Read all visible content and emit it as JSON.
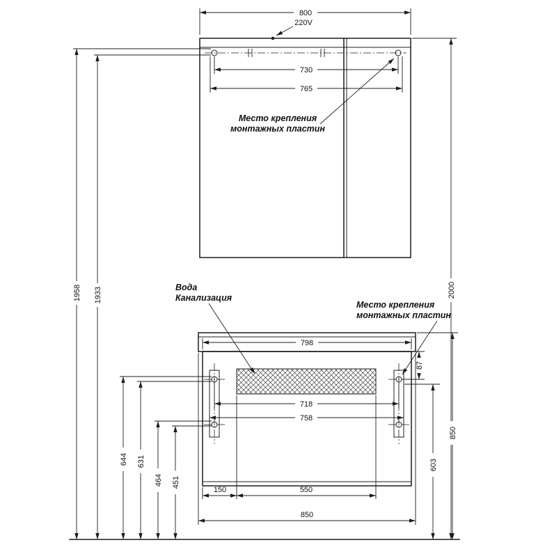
{
  "page": {
    "background": "#ffffff",
    "line_color": "#1c1c1c",
    "description": "Installation dimension drawing of mirror cabinet and vanity unit"
  },
  "mirror_section": {
    "dim_width": "800",
    "power_label": "220V",
    "dim_holes_span": "730",
    "dim_plates_span": "765",
    "mounting_note": [
      "Место крепления",
      "монтажных пластин"
    ]
  },
  "height_dims": {
    "left_outer": "1958",
    "left_inner": "1933",
    "right_overall": "2000"
  },
  "vanity_section": {
    "plumbing_note": [
      "Вода",
      "Канализация"
    ],
    "mounting_note": [
      "Место крепления",
      "монтажных пластин"
    ],
    "dim_top_width": "798",
    "dim_plate_top_offset": "87",
    "dim_holes_span": "718",
    "dim_plates_span": "758",
    "dim_height_upper_hole_a": "644",
    "dim_height_upper_hole_b": "631",
    "dim_height_lower_hole_a": "464",
    "dim_height_lower_hole_b": "451",
    "dim_height_right": "603",
    "dim_height_countertop": "850",
    "dim_bottom_offset": "150",
    "dim_bottom_opening": "550",
    "dim_bottom_width": "850"
  }
}
